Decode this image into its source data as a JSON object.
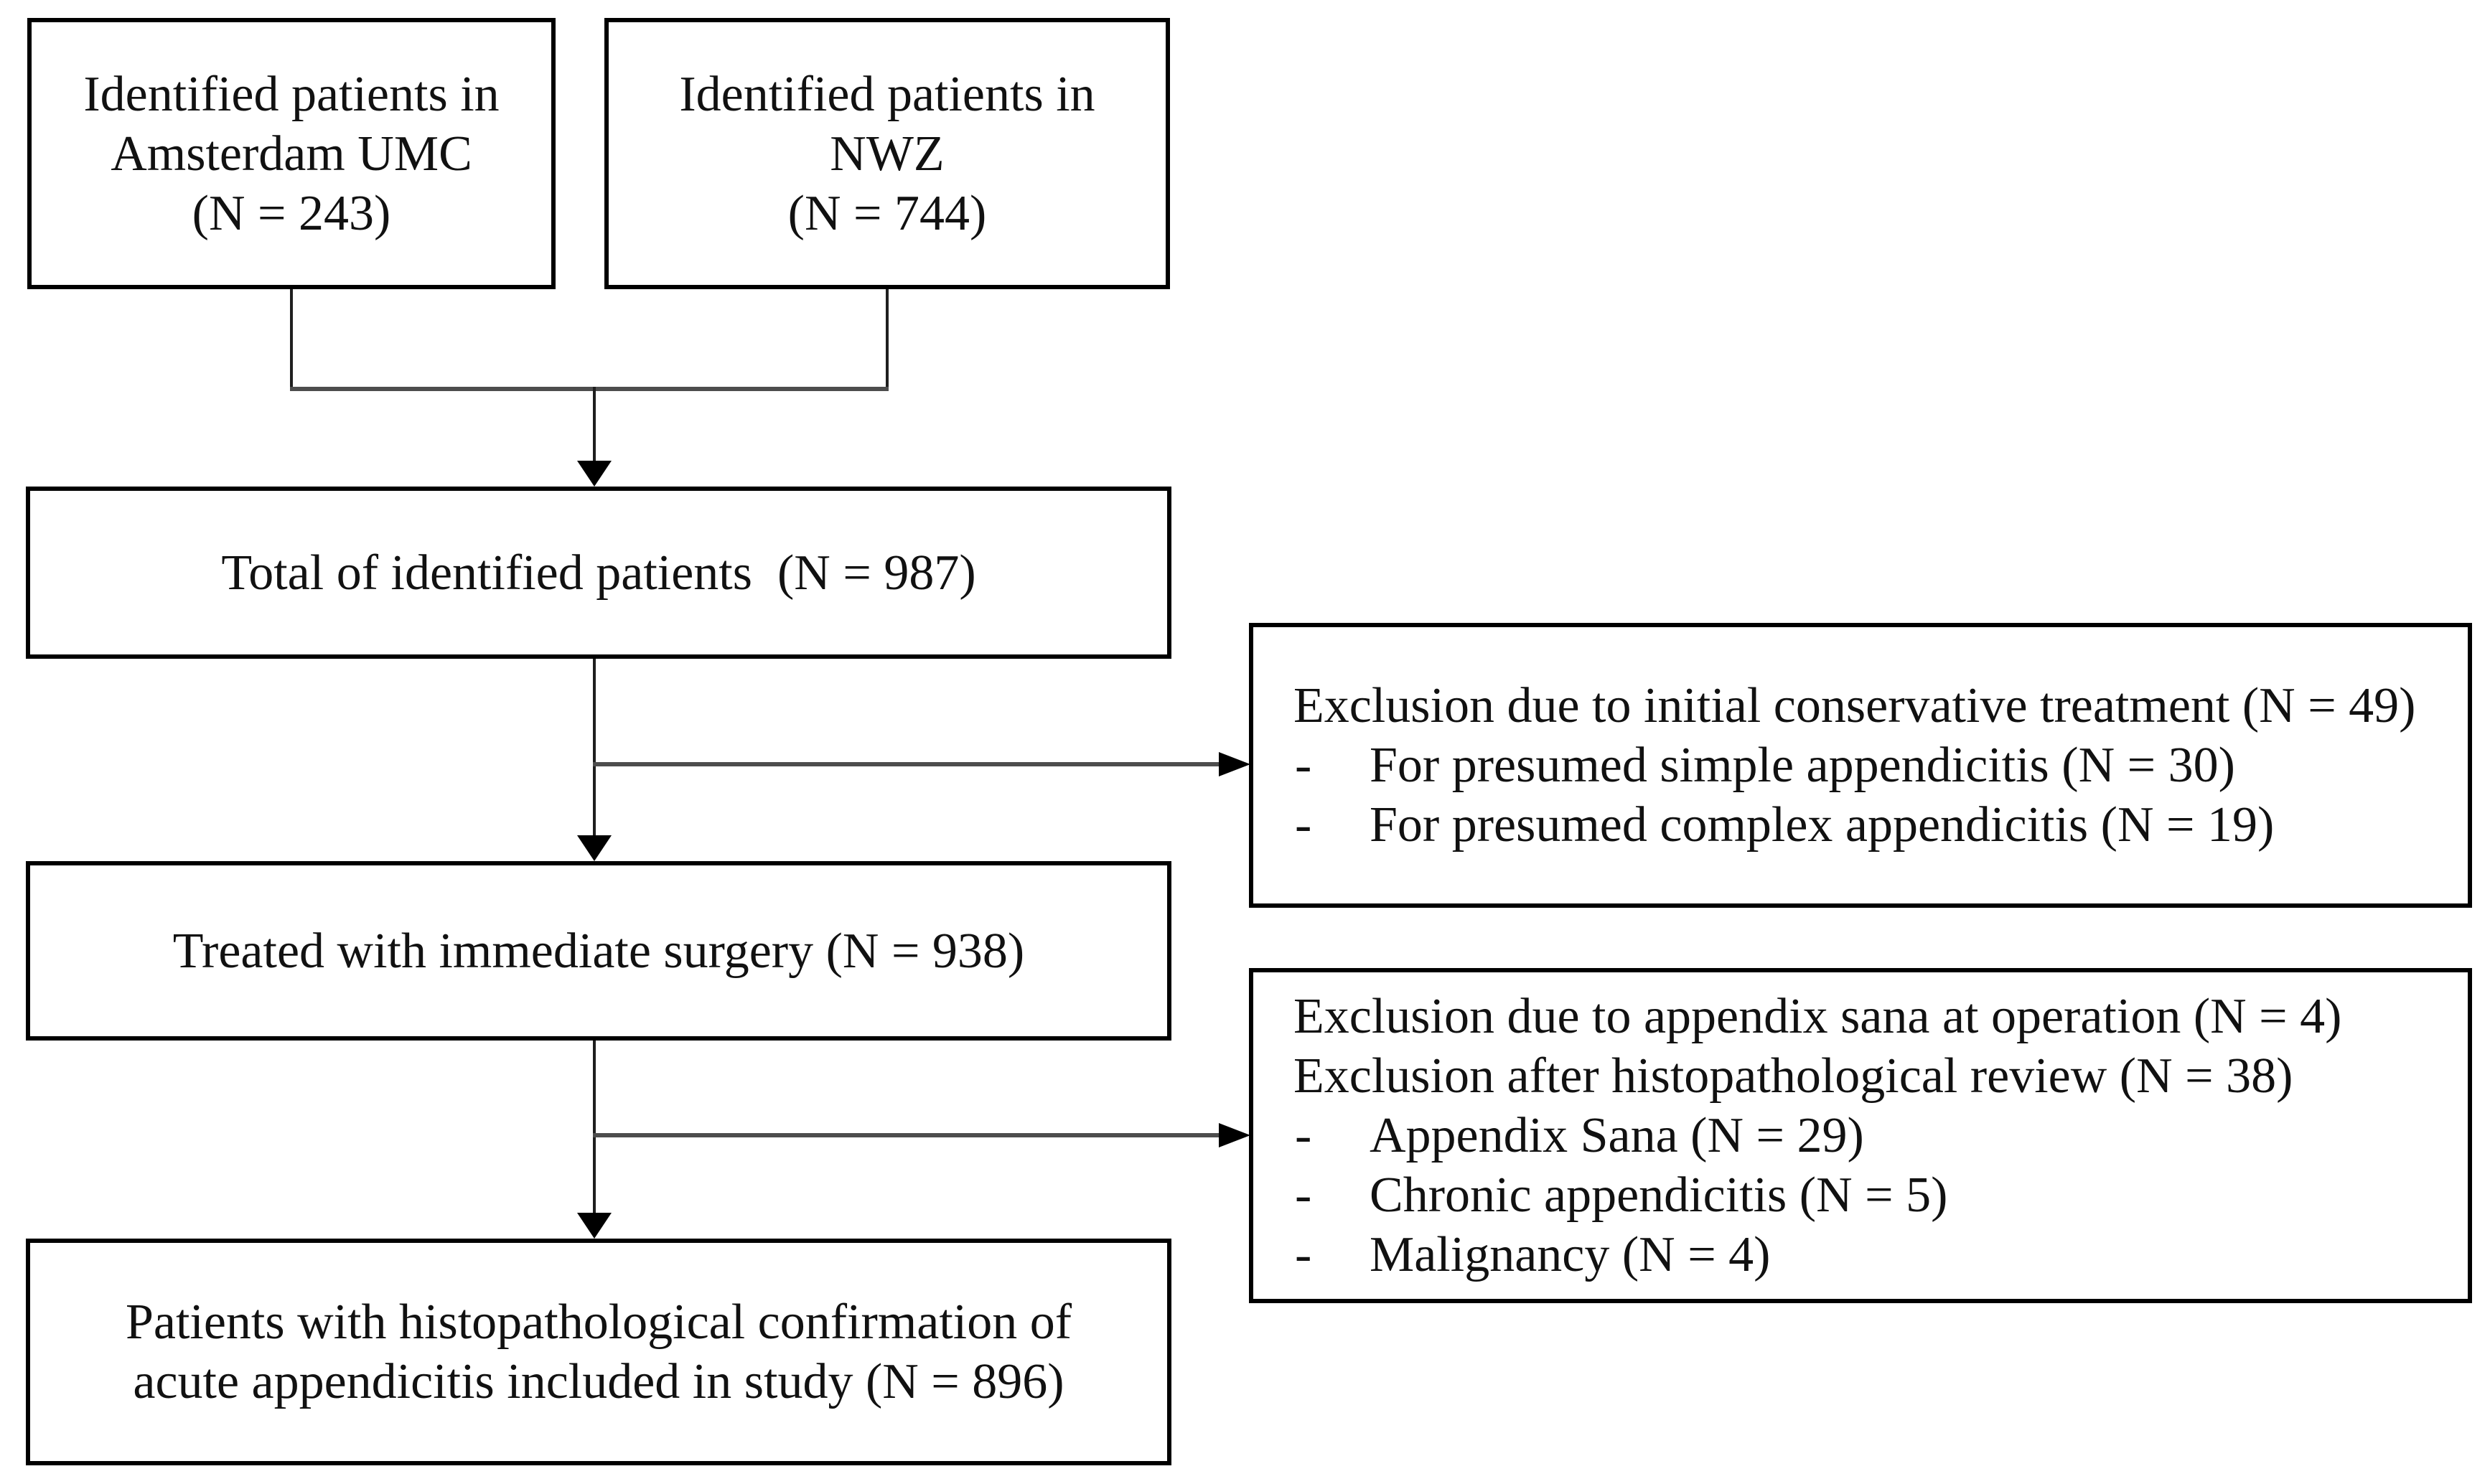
{
  "diagram": {
    "background_color": "#ffffff",
    "border_color": "#000000",
    "connector_color": "#4d4d4d",
    "vertical_line_color": "#1f1f1f",
    "boxes": {
      "amc": {
        "line1": "Identified patients in",
        "line2": "Amsterdam UMC",
        "line3": "(N = 243)"
      },
      "nwz": {
        "line1": "Identified patients in",
        "line2": "NWZ",
        "line3": "(N = 744)"
      },
      "total": {
        "text": "Total of identified patients  (N = 987)"
      },
      "surgery": {
        "text": "Treated with immediate surgery (N = 938)"
      },
      "included": {
        "line1": "Patients with histopathological confirmation of",
        "line2": "acute appendicitis included in study (N = 896)"
      },
      "exclusion_conservative": {
        "header": "Exclusion due to initial conservative treatment (N = 49)",
        "bullet": "-",
        "item1": "For presumed simple appendicitis (N = 30)",
        "item2": "For presumed complex appendicitis (N = 19)"
      },
      "exclusion_pathology": {
        "header1": "Exclusion due to appendix sana at operation (N = 4)",
        "header2": "Exclusion after histopathological review (N = 38)",
        "bullet": "-",
        "item1": "Appendix Sana (N = 29)",
        "item2": "Chronic appendicitis (N = 5)",
        "item3": "Malignancy (N = 4)"
      }
    }
  }
}
